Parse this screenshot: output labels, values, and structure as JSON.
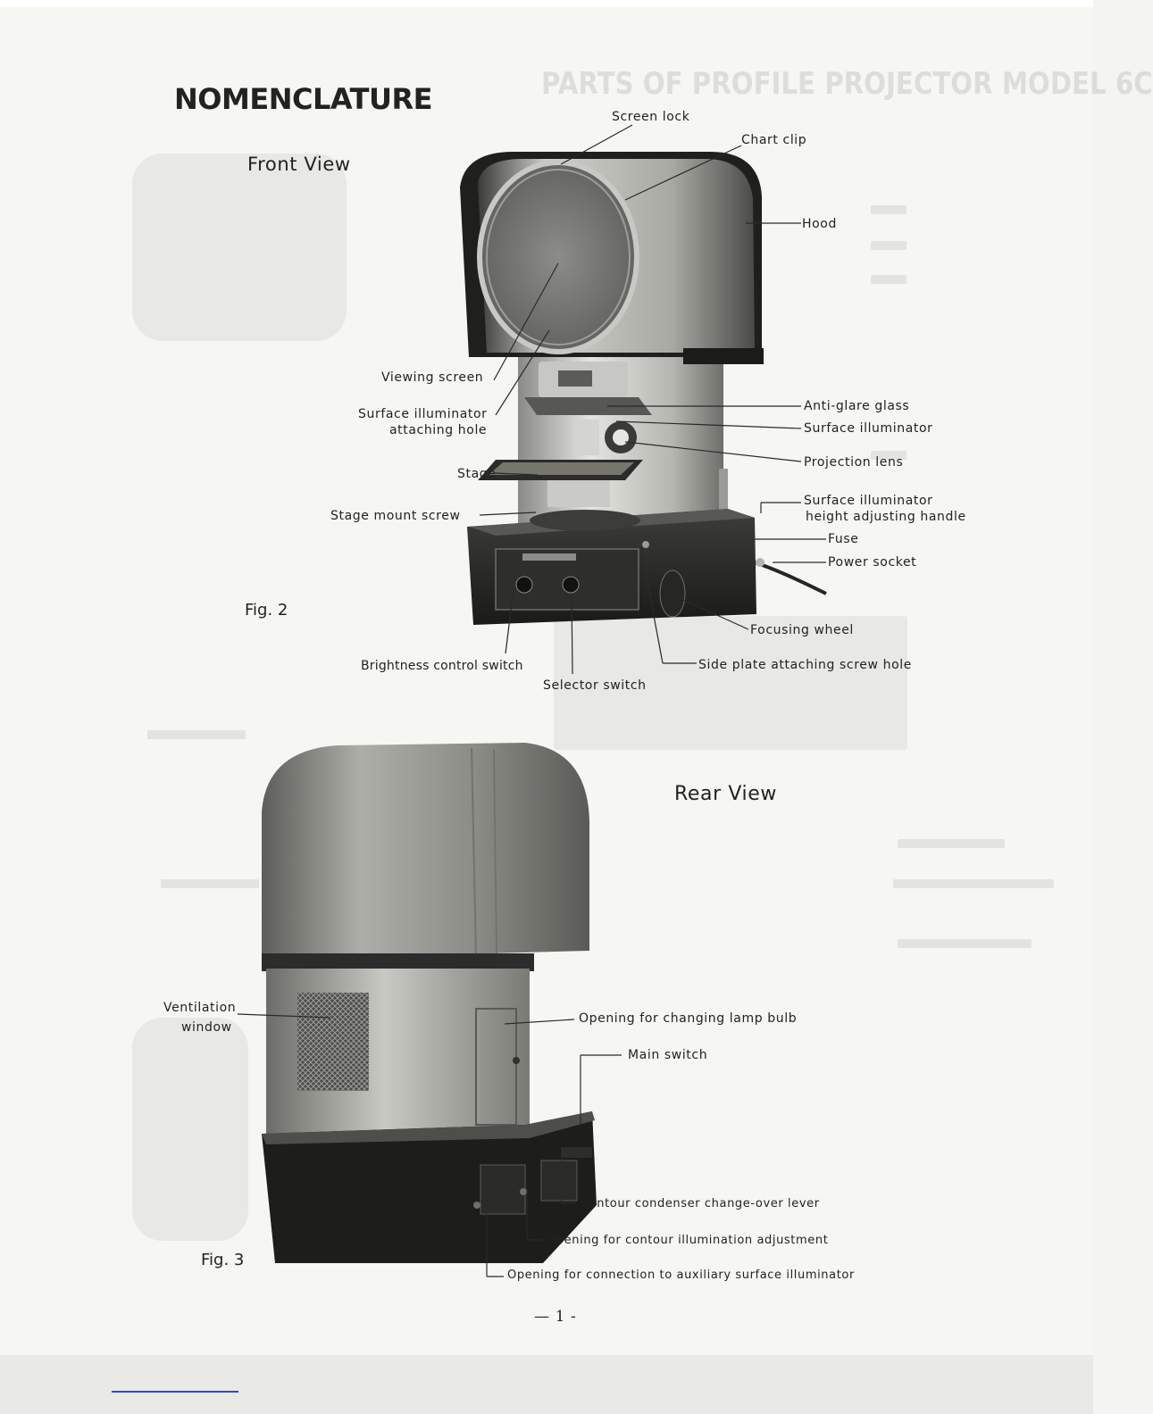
{
  "page": {
    "background_title": "PARTS OF PROFILE PROJECTOR MODEL 6C",
    "title": "NOMENCLATURE",
    "page_number": "— 1 -"
  },
  "front_view": {
    "heading": "Front View",
    "figure_label": "Fig. 2",
    "labels": {
      "screen_lock": "Screen lock",
      "chart_clip": "Chart clip",
      "hood": "Hood",
      "viewing_screen": "Viewing screen",
      "surface_illuminator_attaching_hole_line1": "Surface illuminator",
      "surface_illuminator_attaching_hole_line2": "attaching hole",
      "stage": "Stage",
      "stage_mount_screw": "Stage mount screw",
      "anti_glare_glass": "Anti-glare glass",
      "surface_illuminator": "Surface illuminator",
      "projection_lens": "Projection lens",
      "height_adjusting_handle_line1": "Surface illuminator",
      "height_adjusting_handle_line2": "height adjusting handle",
      "fuse": "Fuse",
      "power_socket": "Power socket",
      "focusing_wheel": "Focusing wheel",
      "brightness_control_switch": "Brightness control switch",
      "selector_switch": "Selector switch",
      "side_plate_attaching_screw_hole": "Side plate attaching screw hole"
    }
  },
  "rear_view": {
    "heading": "Rear View",
    "figure_label": "Fig. 3",
    "labels": {
      "ventilation_window_line1": "Ventilation",
      "ventilation_window_line2": "window",
      "opening_lamp_bulb": "Opening for changing lamp bulb",
      "main_switch": "Main switch",
      "contour_condenser_lever": "Contour condenser change-over lever",
      "opening_contour_illumination": "Opening for contour illumination adjustment",
      "opening_auxiliary_illuminator": "Opening for connection to auxiliary surface illuminator"
    }
  }
}
